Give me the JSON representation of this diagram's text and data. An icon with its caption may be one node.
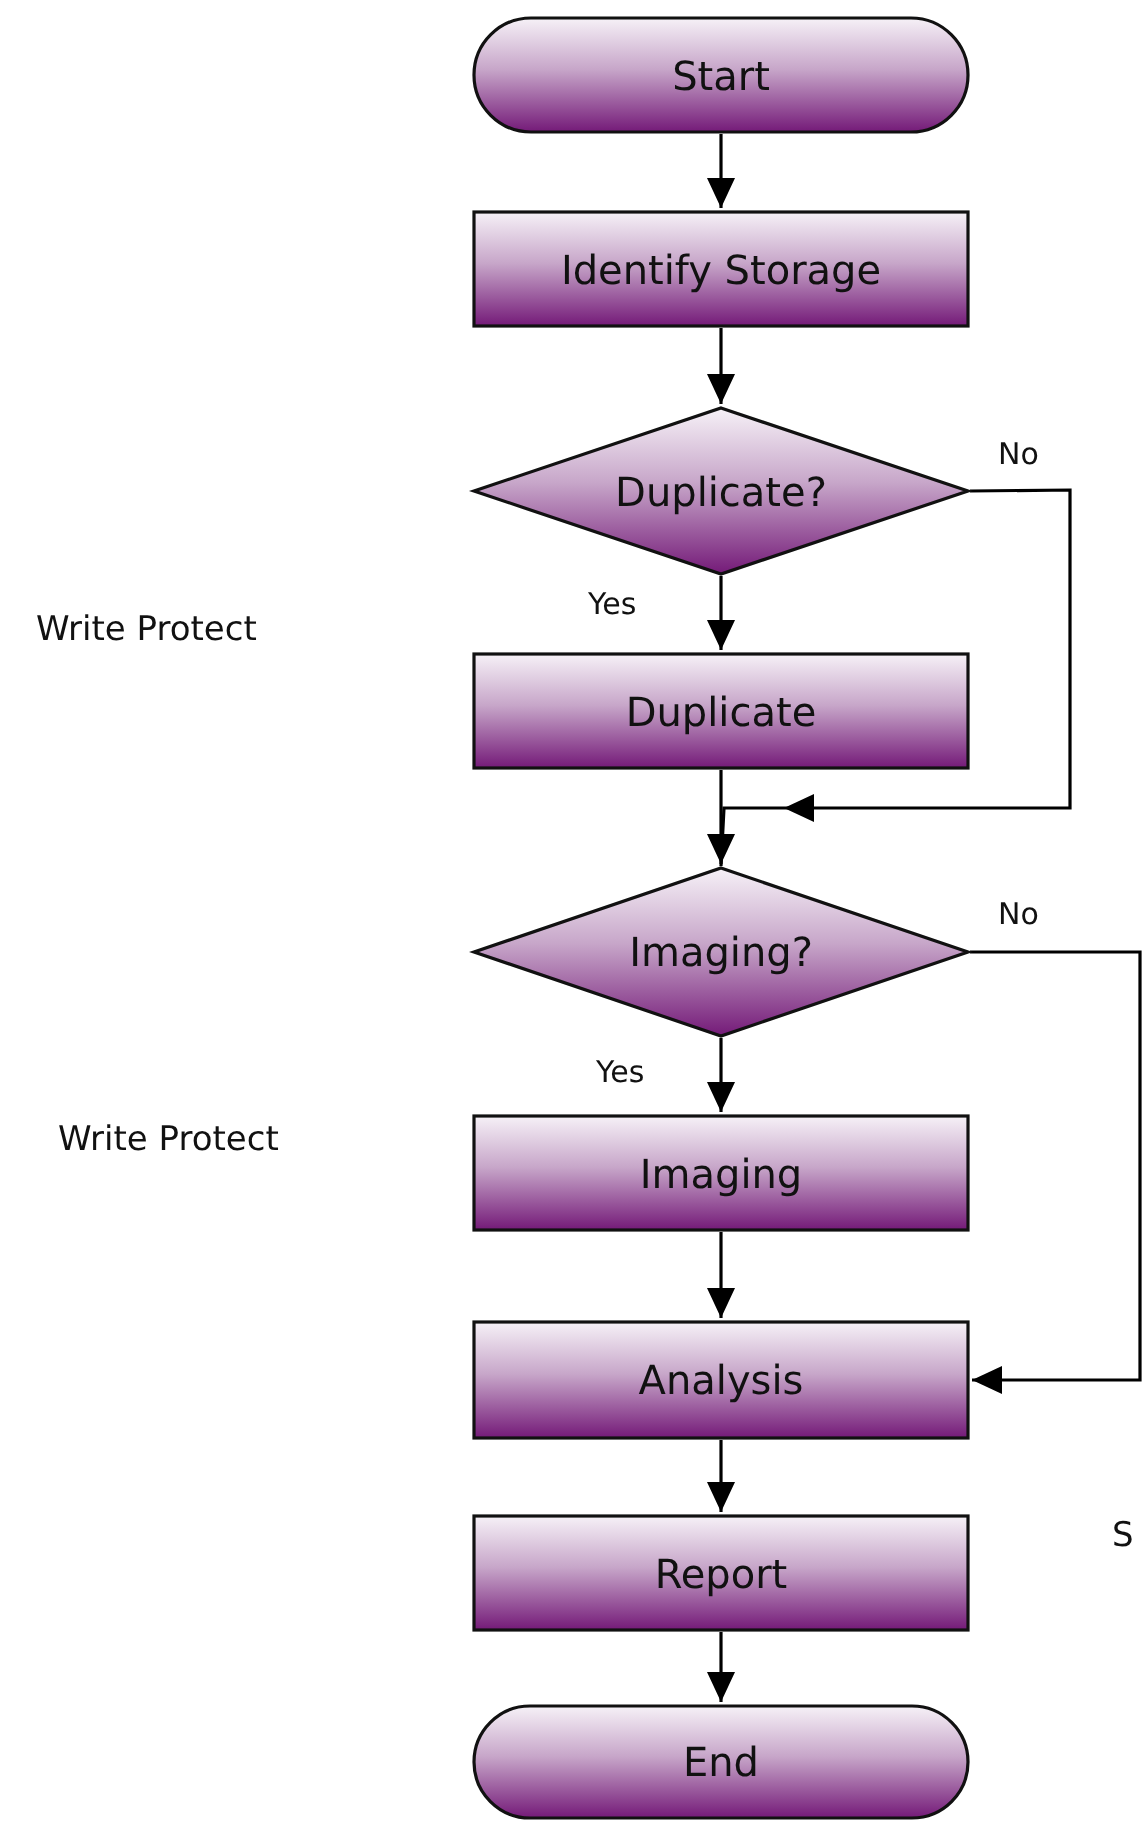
{
  "diagram": {
    "nodes": [
      {
        "text": [
          "Start"
        ]
      },
      {
        "text": [
          "Identify Storage"
        ]
      },
      {
        "text": [
          "Duplicate?"
        ]
      },
      {
        "text": [
          "Duplicate"
        ]
      },
      {
        "text": [
          "Imaging?"
        ]
      },
      {
        "text": [
          "Imaging"
        ]
      },
      {
        "text": [
          "Analysis"
        ]
      },
      {
        "text": [
          "Report"
        ]
      },
      {
        "text": [
          "End"
        ]
      }
    ],
    "edges": [
      {
        "from": 0,
        "to": 1,
        "arrow": "to"
      },
      {
        "from": 1,
        "to": 2,
        "arrow": "to"
      },
      {
        "from": 2,
        "to": 3,
        "arrow": "to",
        "label": "Yes"
      },
      {
        "from": 2,
        "to": 4,
        "arrow": "to",
        "label": "No"
      },
      {
        "from": 3,
        "to": 4,
        "arrow": "to"
      },
      {
        "from": 4,
        "to": 5,
        "arrow": "to",
        "label": "Yes"
      },
      {
        "from": 4,
        "to": 6,
        "arrow": "to",
        "label": "No"
      },
      {
        "from": 5,
        "to": 6,
        "arrow": "to"
      },
      {
        "from": 6,
        "to": 7,
        "arrow": "to"
      },
      {
        "from": 7,
        "to": 8,
        "arrow": "to"
      }
    ],
    "labels": [
      "Write Protect",
      "Write Protect",
      "S"
    ]
  }
}
